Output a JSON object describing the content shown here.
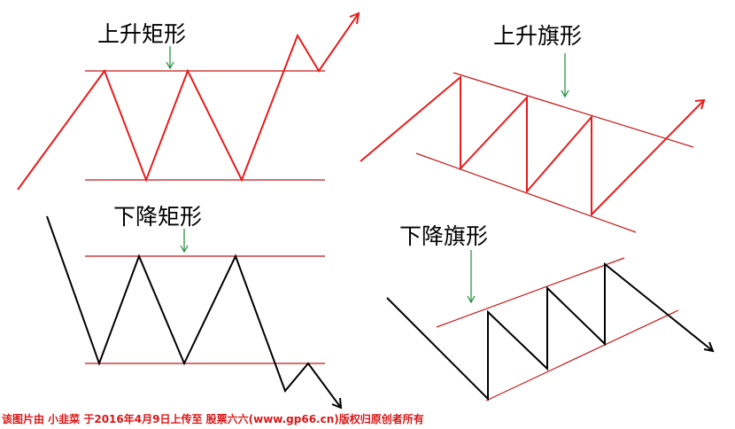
{
  "patterns": {
    "rising_rectangle": {
      "title": "上升矩形"
    },
    "rising_flag": {
      "title": "上升旗形"
    },
    "falling_rectangle": {
      "title": "下降矩形"
    },
    "falling_flag": {
      "title": "下降旗形"
    }
  },
  "credit": "该图片由 小韭菜 于2016年4月9日上传至 股票六六(www.gp66.cn)版权归原创者所有",
  "colors": {
    "red_line": "#e81c1c",
    "boundary": "#c41818",
    "black_line": "#000000",
    "arrow_marker": "#1a8a3a",
    "credit": "#d81818"
  }
}
